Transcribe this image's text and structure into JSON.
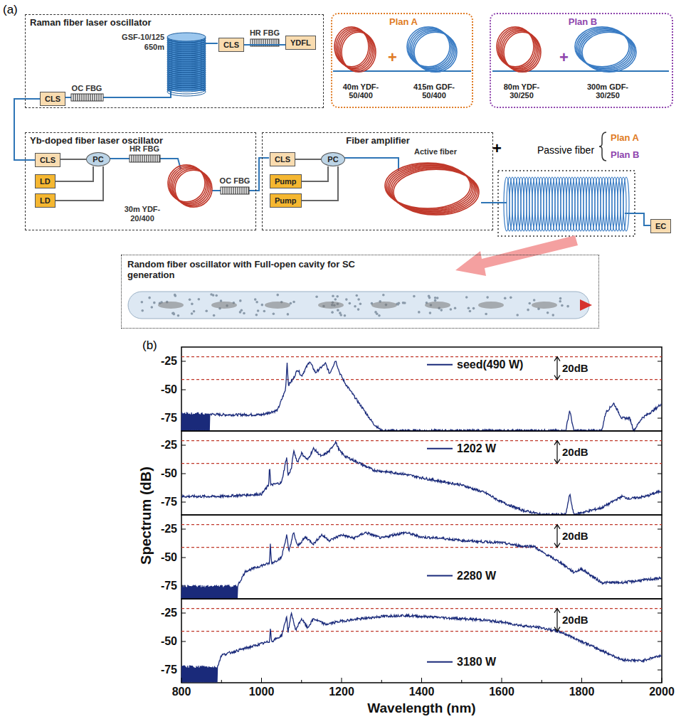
{
  "diagram": {
    "nodes": [
      {
        "text": [
          "Raman fiber laser oscillator"
        ]
      },
      {
        "text": [
          "CLS"
        ],
        "in": 0
      },
      {
        "text": [
          "YDFL"
        ],
        "in": 0
      },
      {
        "text": [
          "CLS"
        ],
        "in": 0
      },
      {
        "text": [
          "Plan A",
          "40m YDF-50/400",
          "+",
          "415m GDF-50/400"
        ]
      },
      {
        "text": [
          "Plan B",
          "80m YDF-30/250",
          "+",
          "300m GDF-30/250"
        ]
      },
      {
        "text": [
          "Yb-doped fiber laser oscillator"
        ]
      },
      {
        "text": [
          "CLS"
        ],
        "in": 6
      },
      {
        "text": [
          "PC"
        ],
        "in": 6
      },
      {
        "text": [
          "LD"
        ],
        "in": 6
      },
      {
        "text": [
          "LD"
        ],
        "in": 6
      },
      {
        "text": [
          "Fiber amplifier"
        ]
      },
      {
        "text": [
          "CLS"
        ],
        "in": 11
      },
      {
        "text": [
          "PC"
        ],
        "in": 11
      },
      {
        "text": [
          "Pump"
        ],
        "in": 11
      },
      {
        "text": [
          "Pump"
        ],
        "in": 11
      },
      {
        "text": [
          "EC"
        ]
      },
      {
        "text": [
          "Random fiber oscillator with Full-open cavity for SC generation"
        ]
      }
    ],
    "edges": [
      {
        "from": 2,
        "to": 1,
        "arrow": "none"
      },
      {
        "from": 3,
        "to": 7,
        "arrow": "none"
      },
      {
        "from": 7,
        "to": 8,
        "arrow": "none"
      },
      {
        "from": 9,
        "to": 8,
        "arrow": "none"
      },
      {
        "from": 10,
        "to": 8,
        "arrow": "none"
      },
      {
        "from": 12,
        "to": 13,
        "arrow": "none"
      },
      {
        "from": 14,
        "to": 13,
        "arrow": "none"
      },
      {
        "from": 15,
        "to": 13,
        "arrow": "none"
      }
    ],
    "labels": [
      "(a)",
      "GSF-10/125",
      "650m",
      "HR FBG",
      "OC FBG",
      "HR FBG",
      "30m YDF-20/400",
      "OC FBG",
      "Active fiber",
      "+",
      "Passive fiber",
      "Plan A",
      "Plan B",
      "(b)",
      "20dB",
      "20dB",
      "20dB",
      "20dB",
      "-25",
      "-50",
      "-75",
      "-25",
      "-50",
      "-75",
      "-25",
      "-50",
      "-75",
      "-25",
      "-50",
      "-75",
      "800",
      "1000",
      "1200",
      "1400",
      "1600",
      "1800",
      "2000",
      "Spectrum (dB)",
      "Wavelength (nm)"
    ],
    "legend": [
      {
        "text": "seed(490 W)"
      },
      {
        "text": "1202 W"
      },
      {
        "text": "2280 W"
      },
      {
        "text": "3180 W"
      }
    ]
  }
}
